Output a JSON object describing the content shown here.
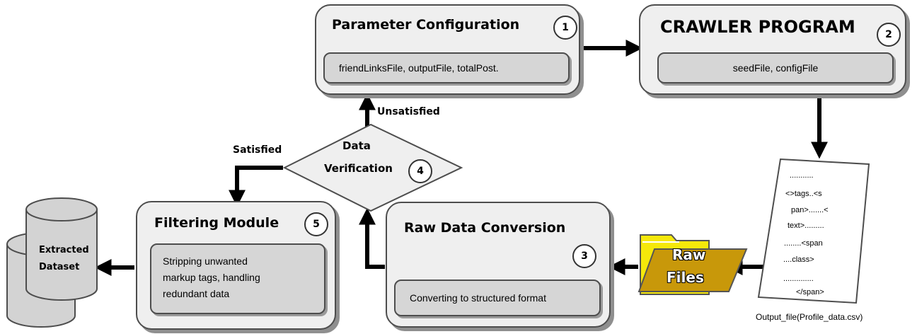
{
  "nodes": {
    "parameter_configuration": {
      "title": "Parameter Configuration",
      "step": "1",
      "detail": "friendLinksFile, outputFile, totalPost."
    },
    "crawler_program": {
      "title": "CRAWLER PROGRAM",
      "step": "2",
      "detail": "seedFile, configFile"
    },
    "raw_data_conversion": {
      "title": "Raw Data Conversion",
      "step": "3",
      "detail": "Converting to structured format"
    },
    "data_verification": {
      "title_line1": "Data",
      "title_line2": "Verification",
      "step": "4"
    },
    "filtering_module": {
      "title": "Filtering Module",
      "step": "5",
      "detail_lines": [
        "Stripping unwanted",
        "markup tags, handling",
        "redundant data"
      ]
    },
    "raw_files": {
      "line1": "Raw",
      "line2": "Files"
    },
    "extracted_dataset": {
      "line1": "Extracted",
      "line2": "Dataset"
    },
    "output_file": {
      "caption": "Output_file(Profile_data.csv)",
      "lines": [
        "...........",
        "<>tags..<s",
        "pan>.......<",
        "text>.........",
        "........<span",
        "....class>",
        "..............",
        "</span>"
      ]
    }
  },
  "edges": {
    "unsatisfied": "Unsatisfied",
    "satisfied": "Satisfied"
  },
  "colors": {
    "box_fill": "#efefef",
    "inner_fill": "#d6d6d6",
    "border": "#4d4d4d",
    "shadow": "#8f8f8f",
    "folder_front": "#c8980a",
    "folder_back": "#f5e80a",
    "arrow": "#000000"
  }
}
